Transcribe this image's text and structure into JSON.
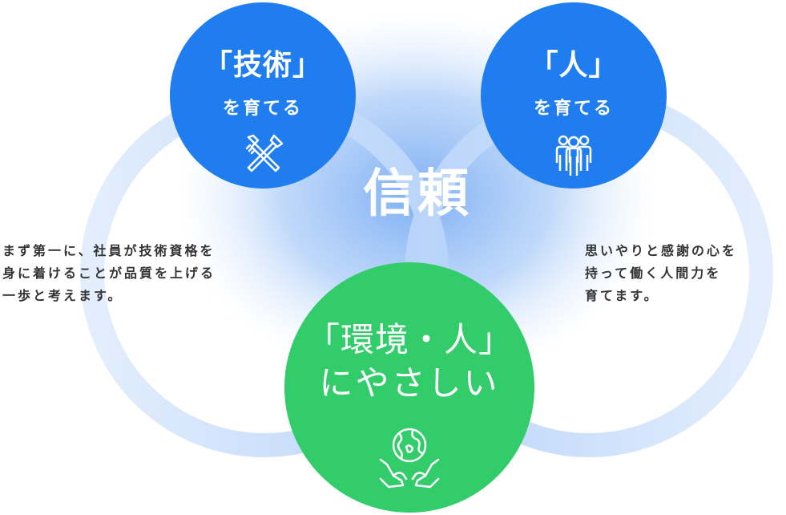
{
  "center": {
    "label": "信頼"
  },
  "circles": {
    "tech": {
      "title": "「技術」",
      "subtitle": "を育てる",
      "icon": "tools-icon",
      "color": "#1f7df0"
    },
    "people": {
      "title": "「人」",
      "subtitle": "を育てる",
      "icon": "people-group-icon",
      "color": "#1f7df0"
    },
    "environment": {
      "title_line1": "「環境・人」",
      "title_line2": "にやさしい",
      "icon": "globe-in-hands-icon",
      "color": "#33cc6b"
    }
  },
  "descriptions": {
    "left": [
      "まず第一に、社員が技術資格を",
      "身に着けることが品質を上げる",
      "一歩と考えます。"
    ],
    "right": [
      "思いやりと感謝の心を",
      "持って働く人間力を",
      "育てます。"
    ]
  },
  "colors": {
    "ring": "#c9ddfb",
    "glow": "#8fb9f5",
    "text": "#333333"
  }
}
